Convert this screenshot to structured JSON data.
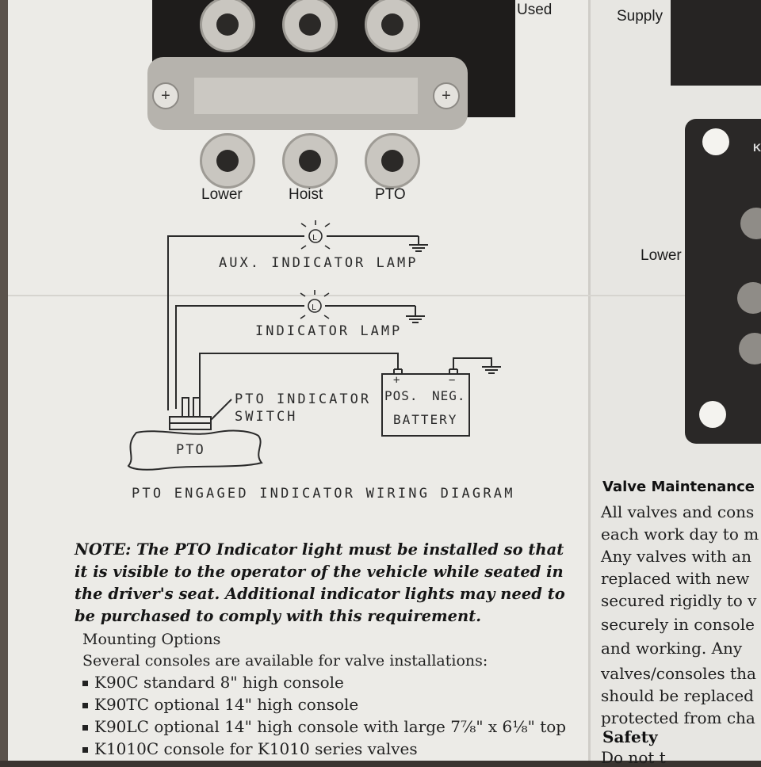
{
  "photo_left": {
    "top_label_used": "Used",
    "port_labels": [
      "Lower",
      "Hoist",
      "PTO"
    ]
  },
  "photo_right": {
    "top_label": "Supply",
    "side_label": "Lower",
    "badge_letter": "K"
  },
  "diagram": {
    "aux_lamp_label": "AUX. INDICATOR LAMP",
    "lamp_label": "INDICATOR LAMP",
    "lamp_symbol": "L",
    "switch_label_line1": "PTO INDICATOR",
    "switch_label_line2": "SWITCH",
    "battery_pos": "POS.",
    "battery_neg": "NEG.",
    "battery_label": "BATTERY",
    "plus": "+",
    "minus": "−",
    "pto_label": "PTO",
    "caption": "PTO ENGAGED INDICATOR WIRING DIAGRAM"
  },
  "note": {
    "text": "NOTE: The PTO Indicator light must be installed so that it is visible to the operator of the vehicle while seated in the driver's seat. Additional indicator lights may need to be purchased to comply with this requirement."
  },
  "mounting": {
    "heading": "Mounting Options",
    "intro": "Several consoles are available for valve installations:",
    "options": [
      "K90C standard 8\" high console",
      "K90TC optional 14\" high console",
      "K90LC optional 14\" high console with large 7⅞\" x 6⅛\" top",
      "K1010C console for K1010 series valves"
    ]
  },
  "right_column": {
    "heading": "Valve Maintenance",
    "lines": [
      "All valves and cons",
      "each work day to m",
      "Any valves with an",
      "replaced with new",
      "secured rigidly to v",
      "securely in console",
      "and working. Any",
      "valves/consoles tha",
      "should be replaced",
      "protected from cha"
    ],
    "safety_heading": "Safety",
    "safety_line": "Do not t"
  }
}
